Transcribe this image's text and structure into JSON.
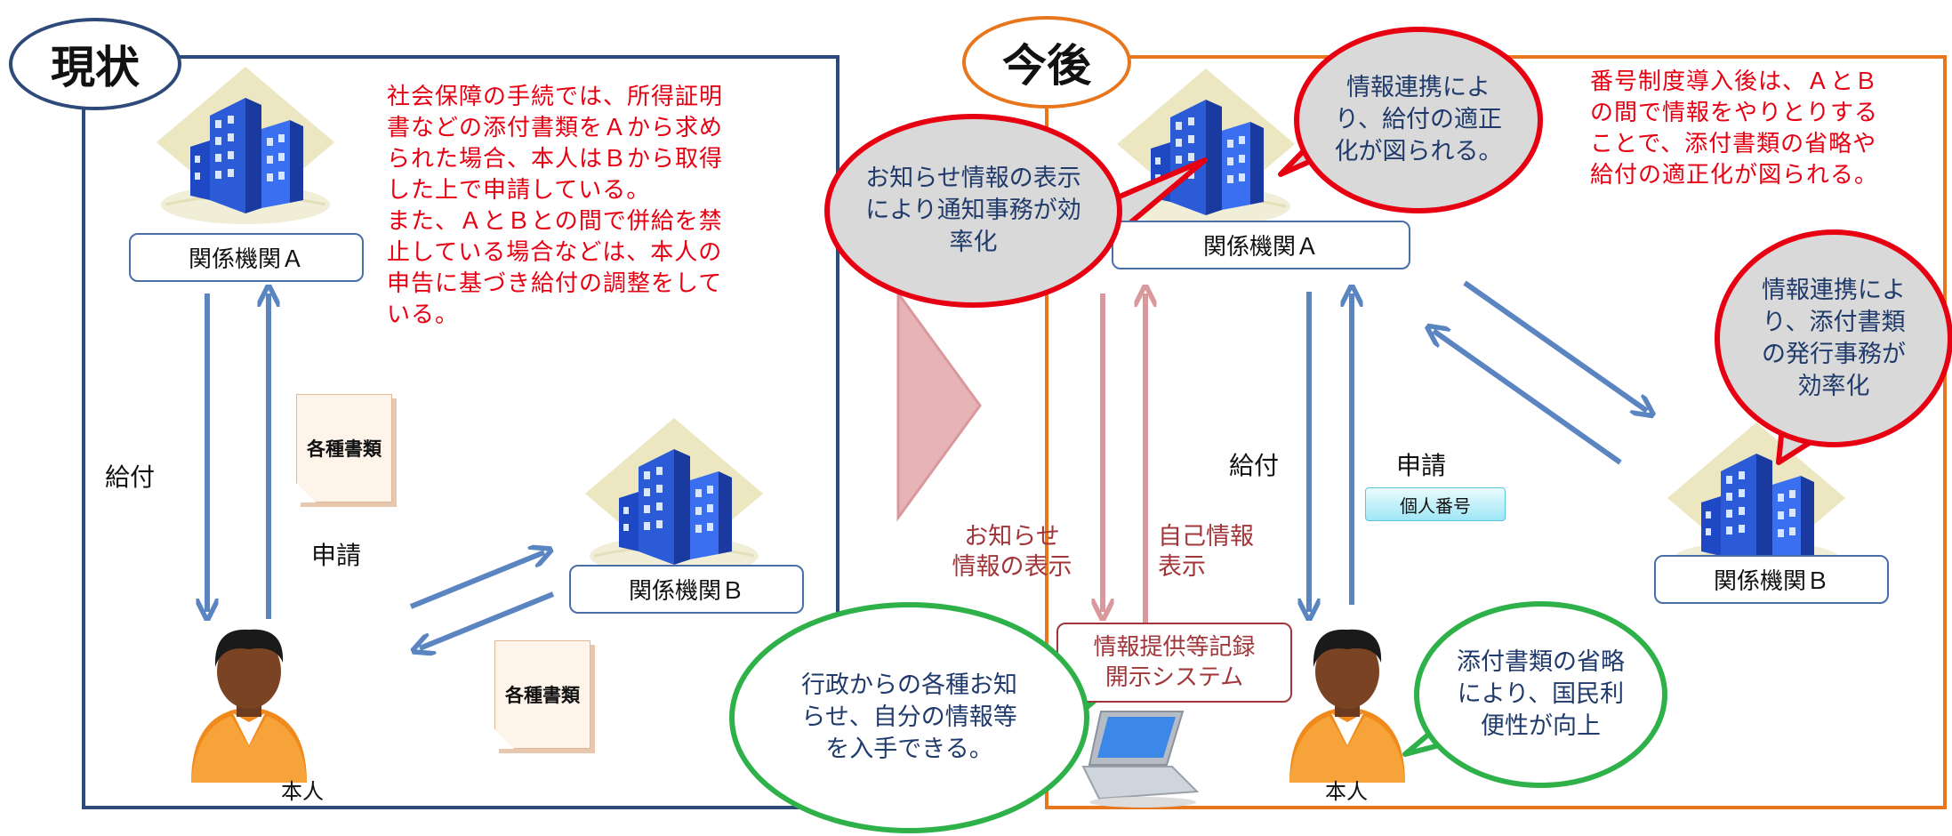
{
  "left": {
    "title": "現状",
    "note": "社会保障の手続では、所得証明\n書などの添付書類をＡから求め\nられた場合、本人はＢから取得\nした上で申請している。\nまた、ＡとＢとの間で併給を禁\n止している場合などは、本人の\n申告に基づき給付の調整をして\nいる。",
    "agency_a": "関係機関Ａ",
    "agency_b": "関係機関Ｂ",
    "benefit": "給付",
    "apply": "申請",
    "documents_1": "各種書類",
    "documents_2": "各種書類",
    "person": "本人"
  },
  "right": {
    "title": "今後",
    "note": "番号制度導入後は、ＡとＢ\nの間で情報をやりとりする\nことで、添付書類の省略や\n給付の適正化が図られる。",
    "agency_a": "関係機関Ａ",
    "agency_b": "関係機関Ｂ",
    "benefit": "給付",
    "apply": "申請",
    "id_number": "個人番号",
    "notice_label": "お知らせ\n情報の表示",
    "self_info_label": "自己情報\n表示",
    "system": "情報提供等記録\n開示システム",
    "person": "本人",
    "bubble_notice": "お知らせ情報の表示\nにより通知事務が効\n率化",
    "bubble_link_top": "情報連携によ\nり、給付の適正\n化が図られる。",
    "bubble_link_right": "情報連携によ\nり、添付書類\nの発行事務が\n効率化",
    "bubble_admin": "行政からの各種お知\nらせ、自分の情報等\nを入手できる。",
    "bubble_person": "添付書類の省略\nにより、国民利\n便性が向上"
  },
  "colors": {
    "left_frame": "#2e4a7a",
    "right_frame": "#e8761d",
    "arrow_blue": "#5b85c1",
    "arrow_pink": "#d9999c",
    "red_text": "#e60012",
    "maroon": "#a0363a",
    "bubble_red": "#e60012",
    "bubble_green": "#2fb14a"
  }
}
